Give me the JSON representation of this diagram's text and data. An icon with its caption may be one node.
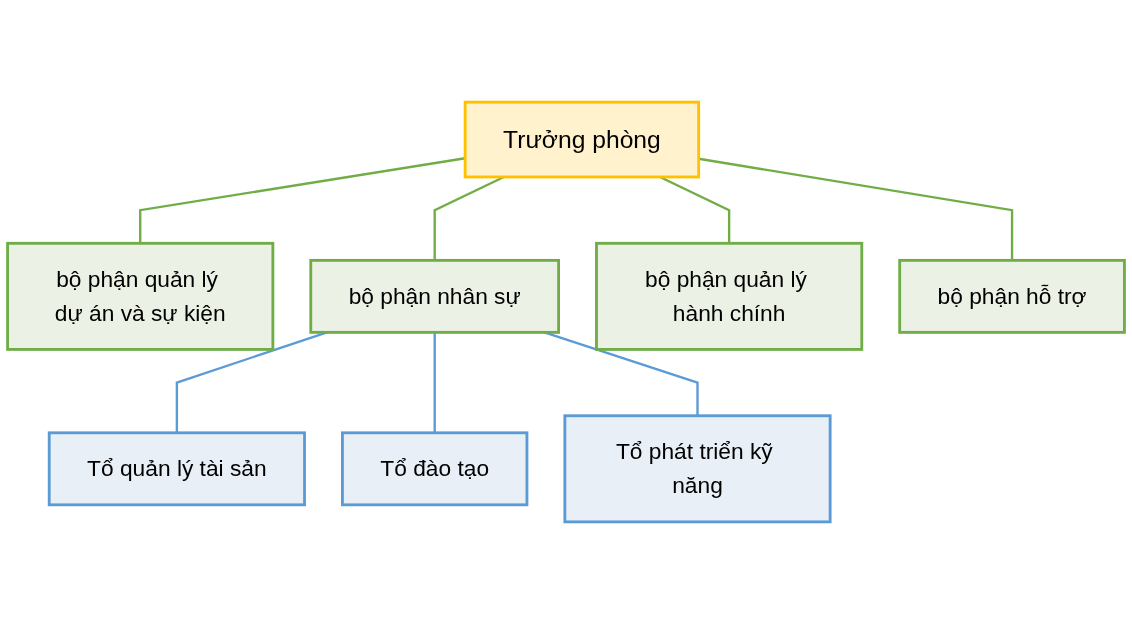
{
  "diagram": {
    "nodes": [
      {
        "text": [
          "Trưởng phòng"
        ]
      },
      {
        "text": [
          "bộ phận quản lý dự án và sự kiện"
        ]
      },
      {
        "text": [
          "bộ phận nhân sự"
        ]
      },
      {
        "text": [
          "bộ phận quản lý hành chính"
        ]
      },
      {
        "text": [
          "bộ phận hỗ trợ"
        ]
      },
      {
        "text": [
          "Tổ quản lý tài sản"
        ]
      },
      {
        "text": [
          "Tổ đào tạo"
        ]
      },
      {
        "text": [
          "Tổ phát triển kỹ năng"
        ]
      }
    ],
    "edges": [
      {
        "from": 0,
        "to": 1,
        "arrow": "none"
      },
      {
        "from": 0,
        "to": 2,
        "arrow": "none"
      },
      {
        "from": 0,
        "to": 3,
        "arrow": "none"
      },
      {
        "from": 0,
        "to": 4,
        "arrow": "none"
      },
      {
        "from": 2,
        "to": 5,
        "arrow": "none",
        "color": "#5b9bd5"
      },
      {
        "from": 2,
        "to": 6,
        "arrow": "none",
        "color": "#5b9bd5"
      },
      {
        "from": 2,
        "to": 7,
        "arrow": "none",
        "color": "#5b9bd5"
      }
    ]
  }
}
